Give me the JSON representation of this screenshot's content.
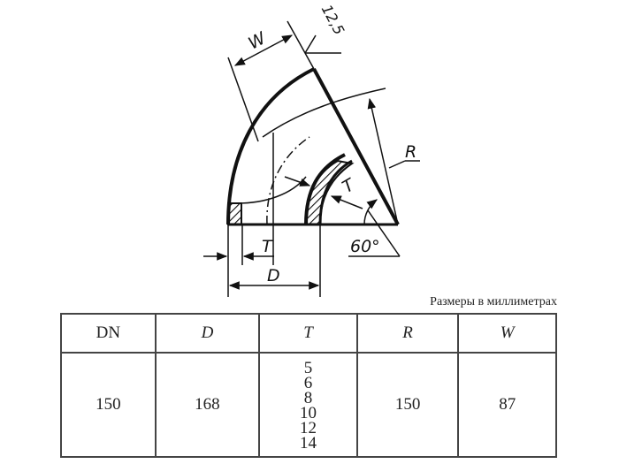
{
  "drawing": {
    "title": "60° pipe elbow (bend) cross-section",
    "labels": {
      "width": "W",
      "radius": "R",
      "thickness_inner": "T",
      "thickness_bottom": "T",
      "diameter": "D",
      "angle": "60°",
      "roughness": "12,5"
    }
  },
  "units_note": "Размеры в миллиметрах",
  "table": {
    "headers": [
      "DN",
      "D",
      "T",
      "R",
      "W"
    ],
    "rows": [
      {
        "DN": "150",
        "D": "168",
        "T": [
          "5",
          "6",
          "8",
          "10",
          "12",
          "14"
        ],
        "R": "150",
        "W": "87"
      }
    ]
  }
}
